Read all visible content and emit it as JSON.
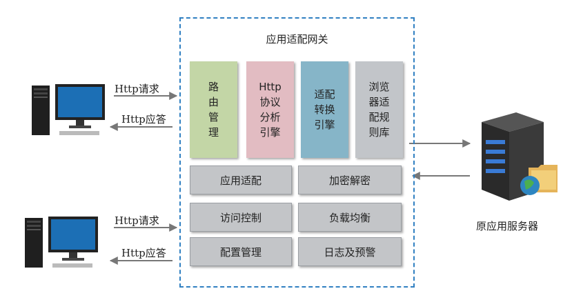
{
  "gateway": {
    "title": "应用适配网关",
    "engines": {
      "route": "路\n由\n管\n理",
      "http": "Http\n协议\n分析\n引擎",
      "convert": "适配\n转换\n引擎",
      "rules": "浏览\n器适\n配规\n则库"
    },
    "modules": {
      "app_adapt": "应用适配",
      "encrypt": "加密解密",
      "access": "访问控制",
      "load_balance": "负载均衡",
      "config": "配置管理",
      "log": "日志及预警"
    }
  },
  "client1": {
    "request": "Http请求",
    "response": "Http应答"
  },
  "client2": {
    "request": "Http请求",
    "response": "Http应答"
  },
  "server": {
    "label": "原应用服务器"
  },
  "colors": {
    "border": "#2f7fc1",
    "route": "#c3d6a6",
    "http": "#e2bcc2",
    "convert": "#86b5c8",
    "rules": "#c2c5c9",
    "module": "#c3c5c8",
    "arrow": "#777777"
  }
}
